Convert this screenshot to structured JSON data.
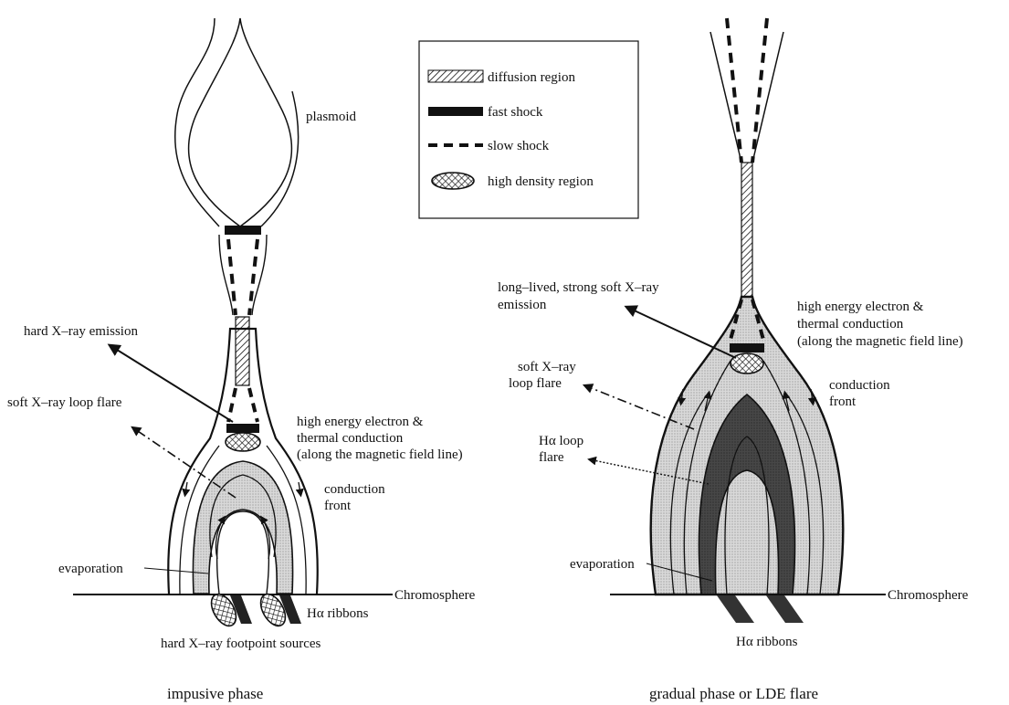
{
  "legend": {
    "diffusion": "diffusion region",
    "fast_shock": "fast shock",
    "slow_shock": "slow shock",
    "high_density": "high density region"
  },
  "left": {
    "plasmoid": "plasmoid",
    "hard_xray_emission": "hard X–ray emission",
    "soft_xray_loop_flare": "soft X–ray loop flare",
    "electron_l1": "high energy electron &",
    "electron_l2": "thermal conduction",
    "electron_l3": "(along the magnetic field line)",
    "conduction_l1": "conduction",
    "conduction_l2": "front",
    "evaporation": "evaporation",
    "chromosphere": "Chromosphere",
    "ha_ribbons": "Hα ribbons",
    "footpoint_sources": "hard X–ray footpoint sources",
    "caption": "impusive phase"
  },
  "right": {
    "longlived_l1": "long–lived, strong soft X–ray",
    "longlived_l2": "emission",
    "electron_l1": "high energy electron &",
    "electron_l2": "thermal conduction",
    "electron_l3": "(along the magnetic field line)",
    "soft_l1": "soft X–ray",
    "soft_l2": "loop flare",
    "conduction_l1": "conduction",
    "conduction_l2": "front",
    "ha_loop_l1": "Hα loop",
    "ha_loop_l2": "flare",
    "evaporation": "evaporation",
    "chromosphere": "Chromosphere",
    "ha_ribbons": "Hα ribbons",
    "caption": "gradual phase or LDE flare"
  },
  "colors": {
    "ink": "#111111",
    "light_fill": "#d6d6d6",
    "dark_fill": "#454545",
    "background": "#ffffff"
  }
}
